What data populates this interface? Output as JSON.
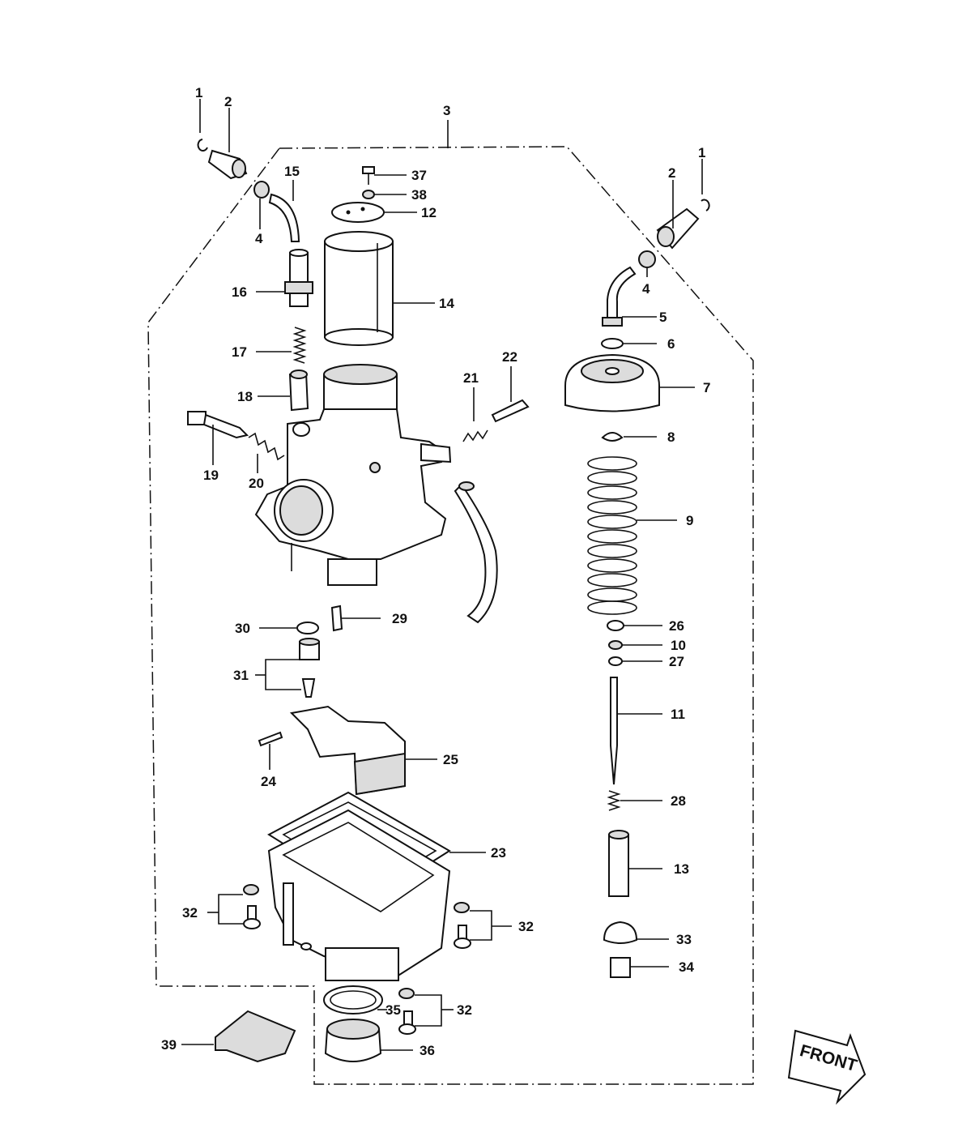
{
  "diagram": {
    "callouts": [
      "1",
      "2",
      "3",
      "4",
      "5",
      "6",
      "7",
      "8",
      "9",
      "10",
      "11",
      "12",
      "13",
      "14",
      "15",
      "16",
      "17",
      "18",
      "19",
      "20",
      "21",
      "22",
      "23",
      "24",
      "25",
      "26",
      "27",
      "28",
      "29",
      "30",
      "31",
      "32",
      "33",
      "34",
      "35",
      "36",
      "37",
      "38",
      "39"
    ],
    "front_label": "FRONT"
  }
}
